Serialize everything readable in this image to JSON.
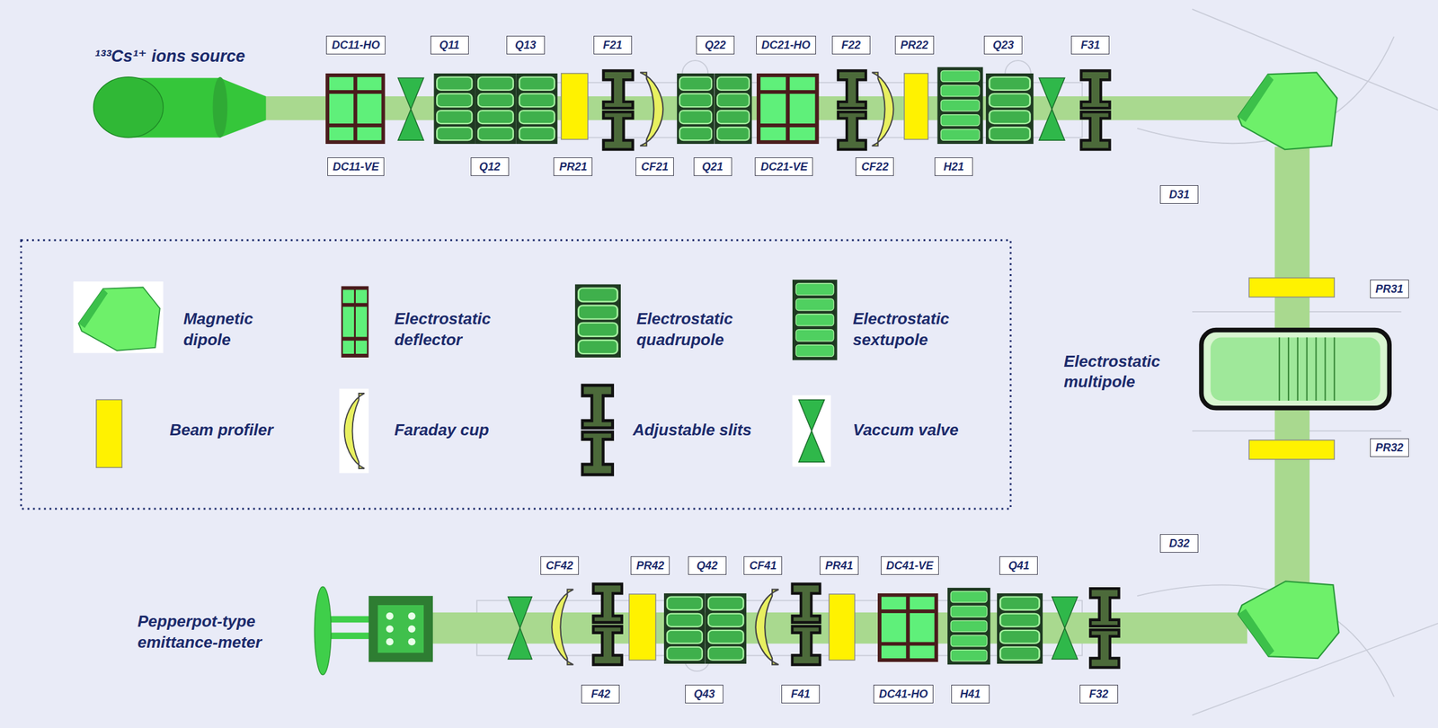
{
  "diagram": {
    "nodes": [
      {
        "text": [
          "DC11-HO"
        ]
      },
      {
        "text": [
          "Q11"
        ]
      },
      {
        "text": [
          "Q13"
        ]
      },
      {
        "text": [
          "F21"
        ]
      },
      {
        "text": [
          "Q22"
        ]
      },
      {
        "text": [
          "DC21-HO"
        ]
      },
      {
        "text": [
          "F22"
        ]
      },
      {
        "text": [
          "PR22"
        ]
      },
      {
        "text": [
          "Q23"
        ]
      },
      {
        "text": [
          "F31"
        ]
      },
      {
        "text": [
          "DC11-VE"
        ]
      },
      {
        "text": [
          "Q12"
        ]
      },
      {
        "text": [
          "PR21"
        ]
      },
      {
        "text": [
          "CF21"
        ]
      },
      {
        "text": [
          "Q21"
        ]
      },
      {
        "text": [
          "DC21-VE"
        ]
      },
      {
        "text": [
          "CF22"
        ]
      },
      {
        "text": [
          "H21"
        ]
      },
      {
        "text": [
          "D31"
        ]
      },
      {
        "text": [
          "PR31"
        ]
      },
      {
        "text": [
          "PR32"
        ]
      },
      {
        "text": [
          "D32"
        ]
      },
      {
        "text": [
          "CF42"
        ]
      },
      {
        "text": [
          "PR42"
        ]
      },
      {
        "text": [
          "Q42"
        ]
      },
      {
        "text": [
          "CF41"
        ]
      },
      {
        "text": [
          "PR41"
        ]
      },
      {
        "text": [
          "DC41-VE"
        ]
      },
      {
        "text": [
          "Q41"
        ]
      },
      {
        "text": [
          "F42"
        ]
      },
      {
        "text": [
          "Q43"
        ]
      },
      {
        "text": [
          "F41"
        ]
      },
      {
        "text": [
          "DC41-HO"
        ]
      },
      {
        "text": [
          "H41"
        ]
      },
      {
        "text": [
          "F32"
        ]
      }
    ],
    "labels": [
      "¹³³Cs¹⁺ ions source",
      "Electrostatic multipole",
      "Pepperpot-type emittance-meter"
    ],
    "legend": [
      {
        "text": "Magnetic dipole"
      },
      {
        "text": "Electrostatic deflector"
      },
      {
        "text": "Electrostatic quadrupole"
      },
      {
        "text": "Electrostatic sextupole"
      },
      {
        "text": "Beam profiler"
      },
      {
        "text": "Faraday cup"
      },
      {
        "text": "Adjustable slits"
      },
      {
        "text": "Vaccum valve"
      }
    ]
  }
}
